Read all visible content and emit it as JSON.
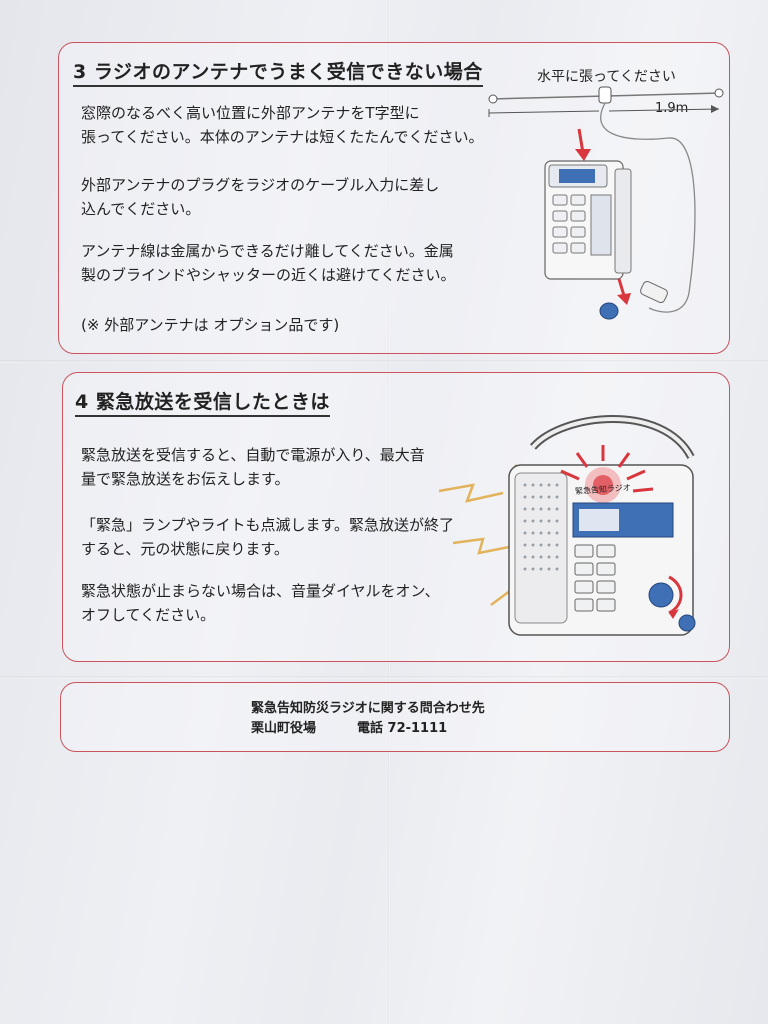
{
  "section3": {
    "heading": "3 ラジオのアンテナでうまく受信できない場合",
    "p1": [
      "窓際のなるべく高い位置に外部アンテナをT字型に",
      "張ってください。本体のアンテナは短くたたんでください。"
    ],
    "p2": [
      "外部アンテナのプラグをラジオのケーブル入力に差し",
      "込んでください。"
    ],
    "p3": [
      "アンテナ線は金属からできるだけ離してください。金属",
      "製のブラインドやシャッターの近くは避けてください。"
    ],
    "note": "(※ 外部アンテナは オプション品です)",
    "figure": {
      "caption": "水平に張ってください",
      "length": "1.9m"
    }
  },
  "section4": {
    "heading": "4 緊急放送を受信したときは",
    "p1": [
      "緊急放送を受信すると、自動で電源が入り、最大音",
      "量で緊急放送をお伝えします。"
    ],
    "p2": [
      "「緊急」ランプやライトも点滅します。緊急放送が終了",
      "すると、元の状態に戻ります。"
    ],
    "p3": [
      "緊急状態が止まらない場合は、音量ダイヤルをオン、",
      "オフしてください。"
    ],
    "figure": {
      "radio_label": "緊急告知ラジオ"
    }
  },
  "contact": {
    "title": "緊急告知防災ラジオに関する問合わせ先",
    "office": "栗山町役場",
    "phone": "電話 72-1111"
  },
  "colors": {
    "frame": "#c9545e",
    "radio_blue": "#3f6fb5",
    "alert_red": "#d9363e",
    "burst_yellow": "#e2b35a"
  }
}
